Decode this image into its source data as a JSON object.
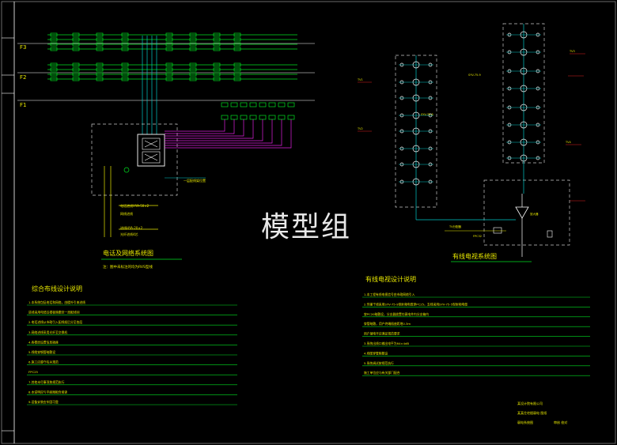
{
  "floors": [
    "F3",
    "F2",
    "F1"
  ],
  "left_title": "电话及网络系统图",
  "left_subtitle": "注：图中未标注的均为RVS型线",
  "left_legend": [
    "一层配线架位置",
    "电话进线HYA-50×2",
    "网线进线",
    "进线HYA-20×2",
    "光纤进线4芯"
  ],
  "right_title": "有线电视系统图",
  "right_notes_small": [
    "TV1",
    "TV2",
    "TV3",
    "TV4",
    "SYV-75-5",
    "SYV-75-9",
    "TV分配器",
    "放大器",
    "FPC32"
  ],
  "notes_left_title": "综合布线设计说明",
  "notes_left": [
    "1.本系统包括电话和网络，由楼外引来进线",
    "  进线采用电缆沿楼板暗敷至一层配线间",
    "2.电话进线从市政引入配线架后分至各层",
    "3.网络进线采用光纤至交换机",
    "4.各楼层设置信息插座",
    "5.线缆穿钢管暗敷设",
    "6.施工应遵守有关规范",
    "FPC25",
    "7.其他未尽事项按规范执行",
    "8.本说明应与平面图配合阅读",
    "9.设备安装应牢固可靠"
  ],
  "notes_right_title": "有线电视设计说明",
  "notes_right": [
    "1.本工程有线电视信号由市政网络引入",
    "2.传输干线采用SYV-75-9型射频电缆穿PC25，支线采用SYV-75-5型射频电缆",
    "  穿PC20暗敷设，分支器放置在弱电井内分支箱内",
    "  穿管暗敷，用户终端插座距地0.3m",
    "  用户端电平应满足规范要求",
    "3.系统出线口输出电平为64±4dB",
    "4.线缆穿管暗敷设",
    "5.系统调试按规范执行",
    "  施工单位应与有关部门配合"
  ],
  "footer": [
    "某设计院有限公司",
    "某某住宅楼弱电 图纸",
    "弱电系统图",
    "审核 校对"
  ],
  "watermark": "模型组"
}
